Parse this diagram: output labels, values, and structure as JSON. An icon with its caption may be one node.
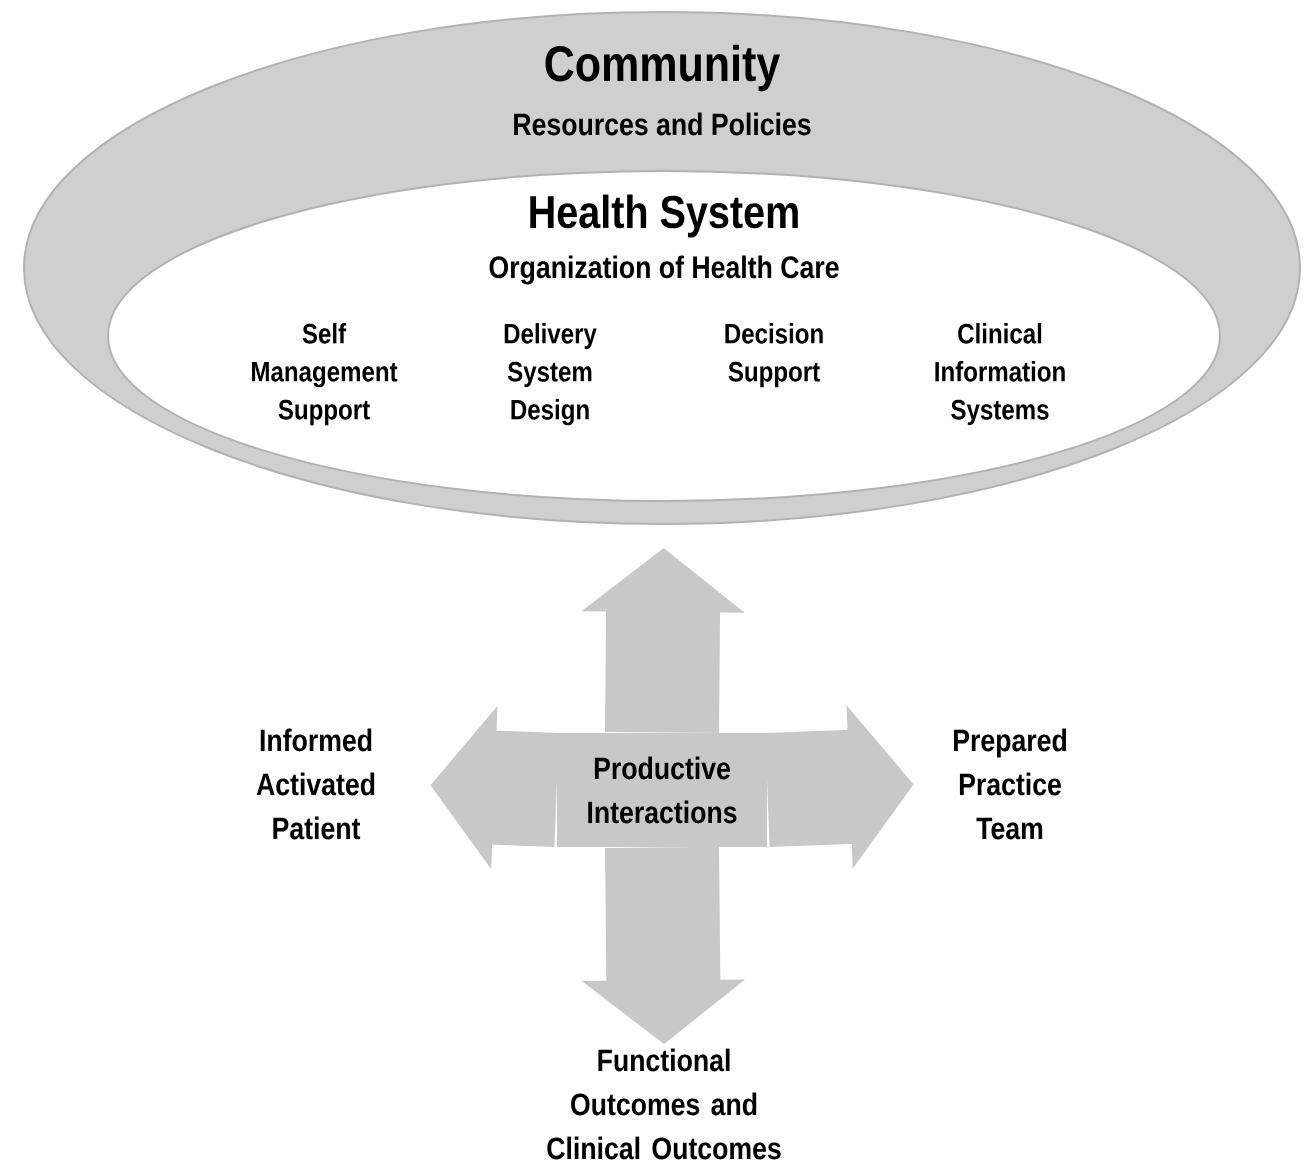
{
  "diagram": {
    "nodes": [
      {
        "text": [
          "Community",
          "Resources and Policies"
        ]
      },
      {
        "text": [
          "Health System",
          "Organization of Health Care"
        ],
        "in": 0
      },
      {
        "text": [
          "Informed Activated Patient"
        ]
      },
      {
        "text": [
          "Productive Interactions"
        ]
      },
      {
        "text": [
          "Prepared Practice Team"
        ]
      },
      {
        "text": [
          "Functional Outcomes and Clinical Outcomes"
        ]
      }
    ],
    "edges": [
      {
        "from": 3,
        "to": 1,
        "arrow": "to"
      },
      {
        "from": 3,
        "to": 2,
        "arrow": "to"
      },
      {
        "from": 3,
        "to": 4,
        "arrow": "to"
      },
      {
        "from": 3,
        "to": 5,
        "arrow": "to"
      }
    ],
    "labels": [
      "Self Management Support",
      "Delivery System Design",
      "Decision Support",
      "Clinical Information Systems"
    ]
  }
}
